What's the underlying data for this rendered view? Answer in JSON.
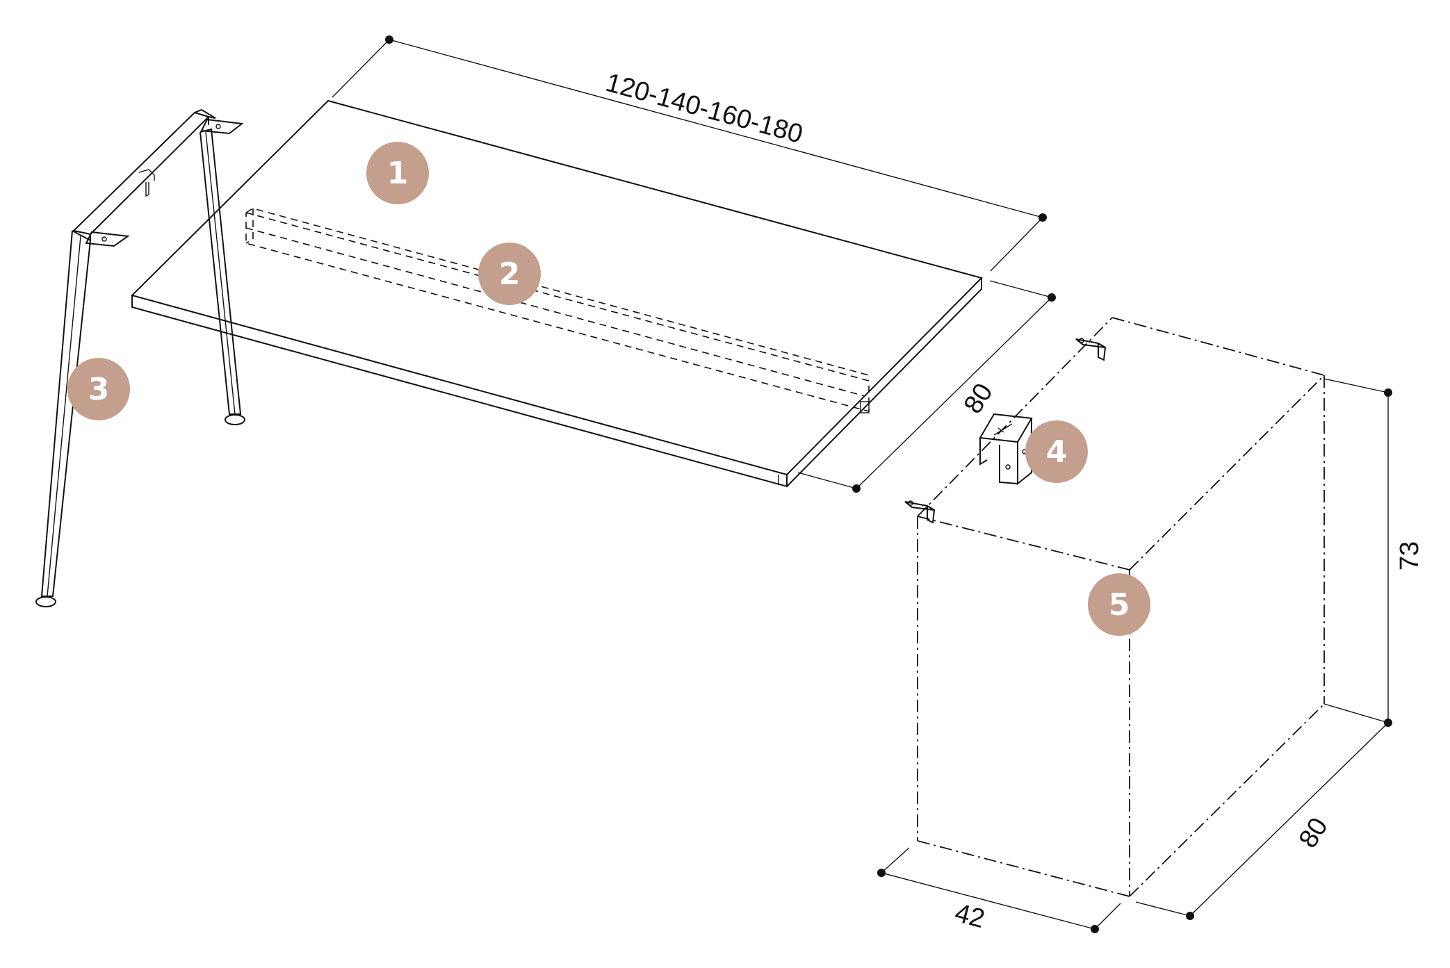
{
  "colors": {
    "badge_fill": "#c49f8e",
    "badge_text": "#ffffff",
    "line": "#111111"
  },
  "parts": {
    "p1": "1",
    "p2": "2",
    "p3": "3",
    "p4": "4",
    "p5": "5"
  },
  "dimensions": {
    "desk_width": "120-140-160-180",
    "desk_depth": "80",
    "unit_height": "73",
    "unit_depth": "80",
    "unit_width": "42"
  }
}
